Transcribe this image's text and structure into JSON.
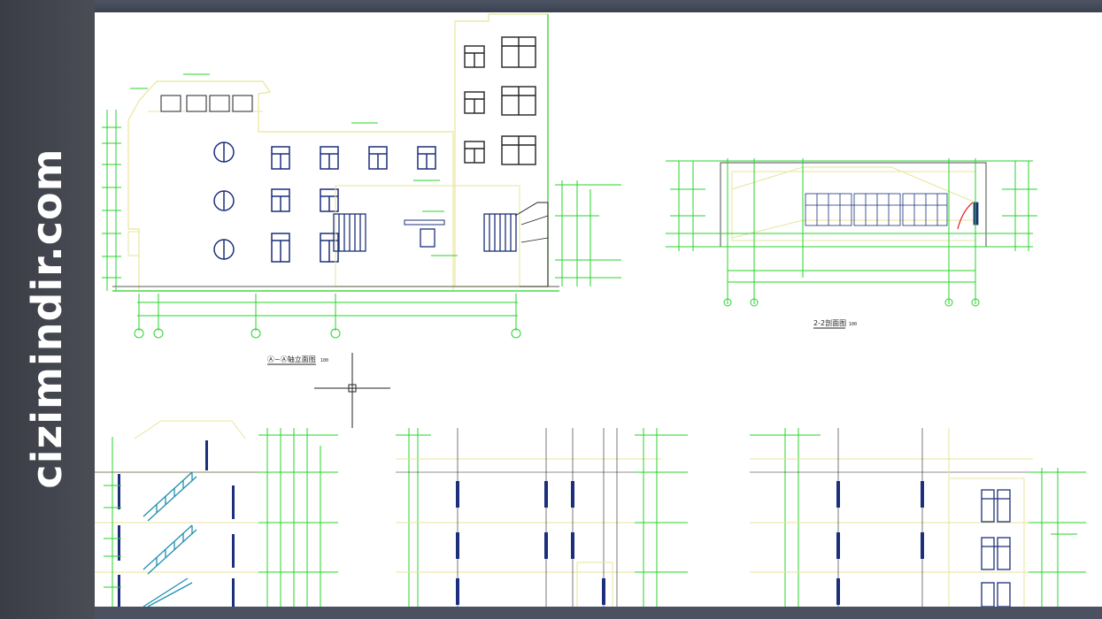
{
  "brand": {
    "text": "cizimindir.com"
  },
  "drawings": {
    "elevation_caption": "Ⓐ~Ⓐ轴立面图",
    "elevation_scale": "100",
    "section_caption": "2-2剖面图",
    "section_scale": "100"
  },
  "colors": {
    "canvas": "#ffffff",
    "frame": "#3c3f48",
    "line_yellow": "#e8e59a",
    "line_green": "#27d32a",
    "glass_blue": "#1c2f7a",
    "line_dark": "#222222"
  },
  "icons": {
    "cursor": "crosshair-cursor-icon"
  }
}
